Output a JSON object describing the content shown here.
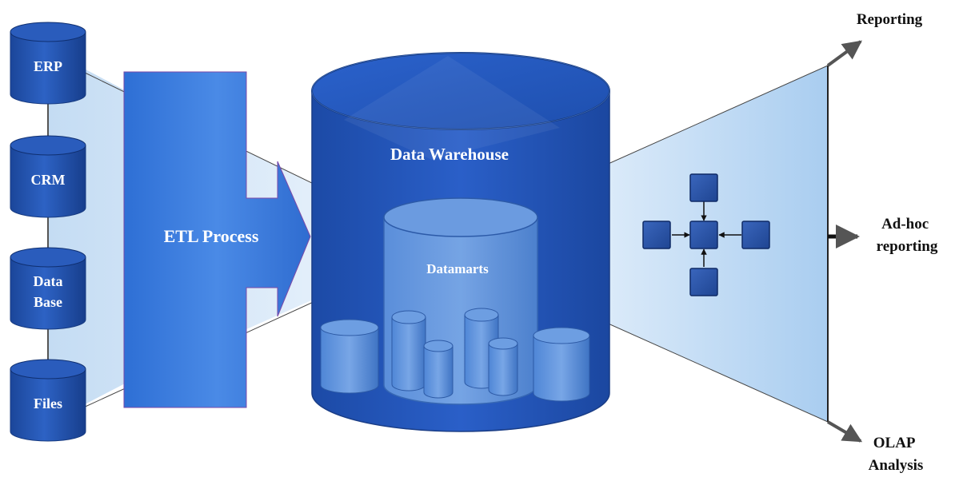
{
  "sources": [
    {
      "id": "erp",
      "lines": [
        "ERP"
      ]
    },
    {
      "id": "crm",
      "lines": [
        "CRM"
      ]
    },
    {
      "id": "database",
      "lines": [
        "Data",
        "Base"
      ]
    },
    {
      "id": "files",
      "lines": [
        "Files"
      ]
    }
  ],
  "etl": {
    "label": "ETL Process"
  },
  "warehouse": {
    "label": "Data Warehouse"
  },
  "datamarts": {
    "label": "Datamarts"
  },
  "outputs": {
    "reporting": {
      "lines": [
        "Reporting"
      ]
    },
    "adhoc": {
      "lines": [
        "Ad-hoc",
        "reporting"
      ]
    },
    "olap": {
      "lines": [
        "OLAP",
        "Analysis"
      ]
    }
  },
  "colors": {
    "source_blue": "#1f4fa8",
    "etl_blue": "#3a78dc",
    "warehouse_blue": "#2153bd",
    "datamart_blue": "#5b8fd8",
    "funnel": "#cfe4f7",
    "node_blue": "#2a52a4"
  }
}
